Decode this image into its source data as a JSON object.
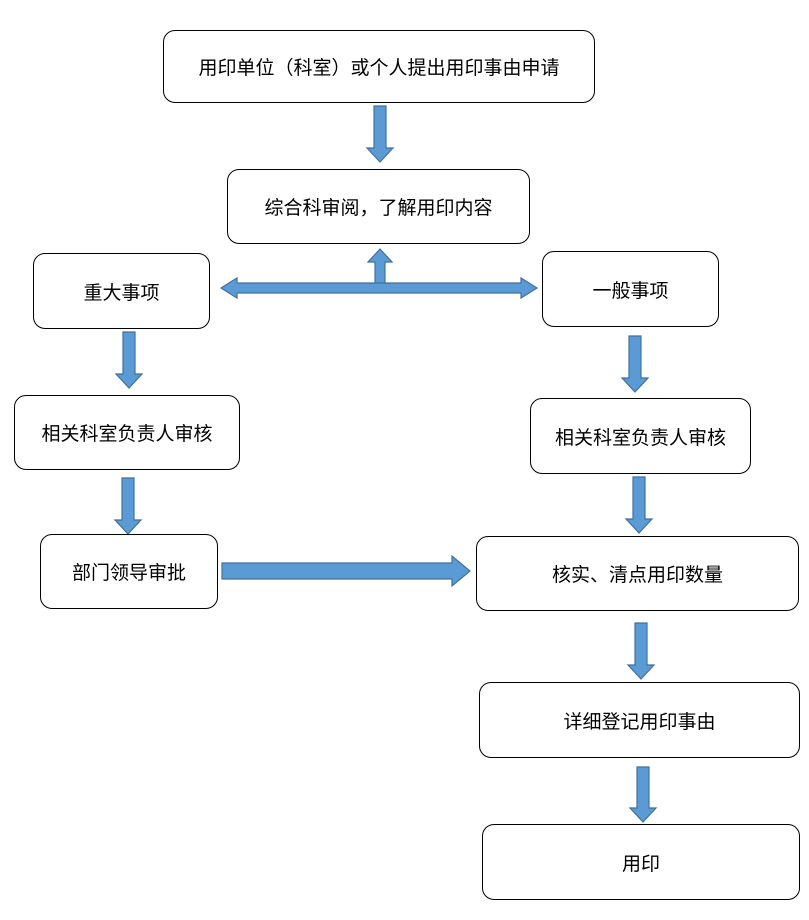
{
  "colors": {
    "arrow_fill": "#5b9bd5",
    "arrow_stroke": "#41719c",
    "box_border": "#000000"
  },
  "nodes": {
    "apply": {
      "label": "用印单位（科室）或个人提出用印事由申请"
    },
    "review": {
      "label": "综合科审阅，了解用印内容"
    },
    "major": {
      "label": "重大事项"
    },
    "general": {
      "label": "一般事项"
    },
    "left_audit": {
      "label": "相关科室负责人审核"
    },
    "right_audit": {
      "label": "相关科室负责人审核"
    },
    "dept_approve": {
      "label": "部门领导审批"
    },
    "verify": {
      "label": "核实、清点用印数量"
    },
    "register": {
      "label": "详细登记用印事由"
    },
    "stamp": {
      "label": "用印"
    }
  }
}
